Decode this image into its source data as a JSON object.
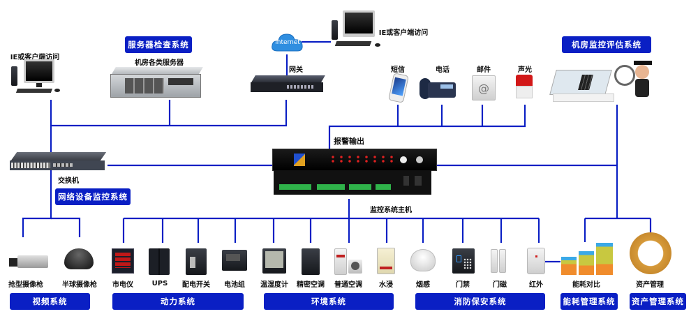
{
  "top": {
    "client_left": "IE或客户端访问",
    "client_top": "IE或客户端访问",
    "internet": "Internet",
    "gateway": "网关",
    "server_system": "服务器检查系统",
    "server_label": "机房各类服务器",
    "eval_system": "机房监控评估系统"
  },
  "alarm": {
    "title": "报警输出",
    "outputs": [
      {
        "label": "短信",
        "icon": "smartphone-icon"
      },
      {
        "label": "电话",
        "icon": "desk-phone-icon"
      },
      {
        "label": "邮件",
        "icon": "email-icon"
      },
      {
        "label": "声光",
        "icon": "alarm-light-icon"
      }
    ]
  },
  "switch": {
    "label": "交换机",
    "system": "网络设备监控系统"
  },
  "host": {
    "label": "监控系统主机"
  },
  "devices": [
    {
      "label": "抢型摄像枪",
      "icon": "bullet-camera-icon"
    },
    {
      "label": "半球摄像枪",
      "icon": "dome-camera-icon"
    },
    {
      "label": "市电仪",
      "icon": "power-meter-icon"
    },
    {
      "label": "UPS",
      "icon": "ups-icon"
    },
    {
      "label": "配电开关",
      "icon": "breaker-icon"
    },
    {
      "label": "电池组",
      "icon": "battery-icon"
    },
    {
      "label": "温湿度计",
      "icon": "thermo-hygrometer-icon"
    },
    {
      "label": "精密空调",
      "icon": "precision-ac-icon"
    },
    {
      "label": "普通空调",
      "icon": "ac-icon"
    },
    {
      "label": "水浸",
      "icon": "water-sensor-icon"
    },
    {
      "label": "烟感",
      "icon": "smoke-detector-icon"
    },
    {
      "label": "门禁",
      "icon": "access-control-icon"
    },
    {
      "label": "门磁",
      "icon": "door-sensor-icon"
    },
    {
      "label": "红外",
      "icon": "infrared-sensor-icon"
    },
    {
      "label": "能耗对比",
      "icon": "energy-chart-icon"
    },
    {
      "label": "资产管理",
      "icon": "asset-wheel-icon"
    }
  ],
  "systems": [
    {
      "label": "视频系统"
    },
    {
      "label": "动力系统"
    },
    {
      "label": "环境系统"
    },
    {
      "label": "消防保安系统"
    },
    {
      "label": "能耗管理系统"
    },
    {
      "label": "资产管理系统"
    }
  ],
  "colors": {
    "line": "#0a1fc4",
    "system_box": "#0a1fc4"
  }
}
